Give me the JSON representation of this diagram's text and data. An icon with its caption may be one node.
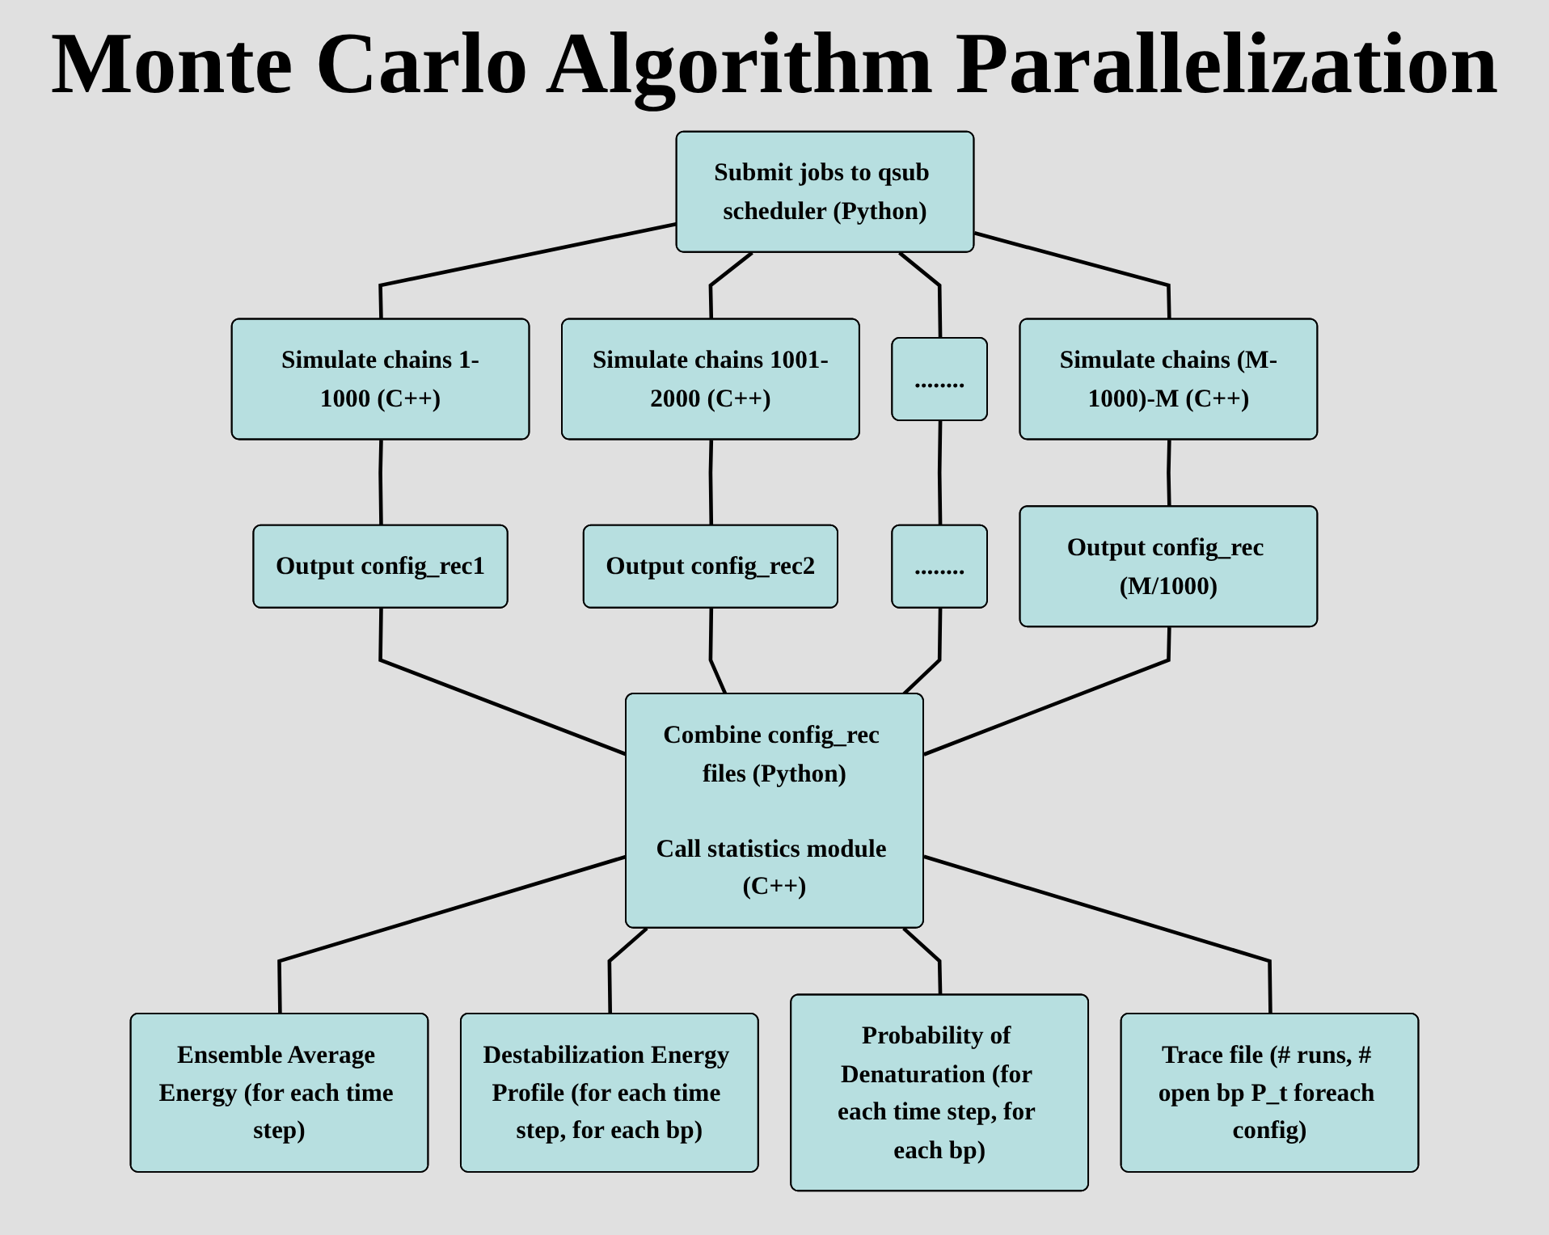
{
  "diagram": {
    "title": "Monte Carlo Algorithm Parallelization",
    "nodes": [
      {
        "text": [
          "Submit jobs to qsub scheduler (Python)"
        ]
      },
      {
        "text": [
          "Simulate chains 1-1000 (C++)"
        ]
      },
      {
        "text": [
          "Simulate chains 1001-2000 (C++)"
        ]
      },
      {
        "text": [
          "........"
        ]
      },
      {
        "text": [
          "Simulate chains (M-1000)-M (C++)"
        ]
      },
      {
        "text": [
          "Output config_rec1"
        ]
      },
      {
        "text": [
          "Output config_rec2"
        ]
      },
      {
        "text": [
          "........"
        ]
      },
      {
        "text": [
          "Output config_rec (M/1000)"
        ]
      },
      {
        "text": [
          "Combine config_rec files (Python)",
          "Call statistics module (C++)"
        ]
      },
      {
        "text": [
          "Ensemble Average Energy (for each time step)"
        ]
      },
      {
        "text": [
          "Destabilization Energy Profile (for each time step, for each bp)"
        ]
      },
      {
        "text": [
          "Probability of Denaturation (for each time step, for each bp)"
        ]
      },
      {
        "text": [
          "Trace file (# runs, # open bp P_t foreach config)"
        ]
      }
    ],
    "edges": [
      {
        "from": 0,
        "to": 1,
        "arrow": "none"
      },
      {
        "from": 0,
        "to": 2,
        "arrow": "none"
      },
      {
        "from": 0,
        "to": 3,
        "arrow": "none"
      },
      {
        "from": 0,
        "to": 4,
        "arrow": "none"
      },
      {
        "from": 1,
        "to": 5,
        "arrow": "none"
      },
      {
        "from": 2,
        "to": 6,
        "arrow": "none"
      },
      {
        "from": 3,
        "to": 7,
        "arrow": "none"
      },
      {
        "from": 4,
        "to": 8,
        "arrow": "none"
      },
      {
        "from": 5,
        "to": 9,
        "arrow": "none"
      },
      {
        "from": 6,
        "to": 9,
        "arrow": "none"
      },
      {
        "from": 7,
        "to": 9,
        "arrow": "none"
      },
      {
        "from": 8,
        "to": 9,
        "arrow": "none"
      },
      {
        "from": 9,
        "to": 10,
        "arrow": "none"
      },
      {
        "from": 9,
        "to": 11,
        "arrow": "none"
      },
      {
        "from": 9,
        "to": 12,
        "arrow": "none"
      },
      {
        "from": 9,
        "to": 13,
        "arrow": "none"
      }
    ]
  }
}
